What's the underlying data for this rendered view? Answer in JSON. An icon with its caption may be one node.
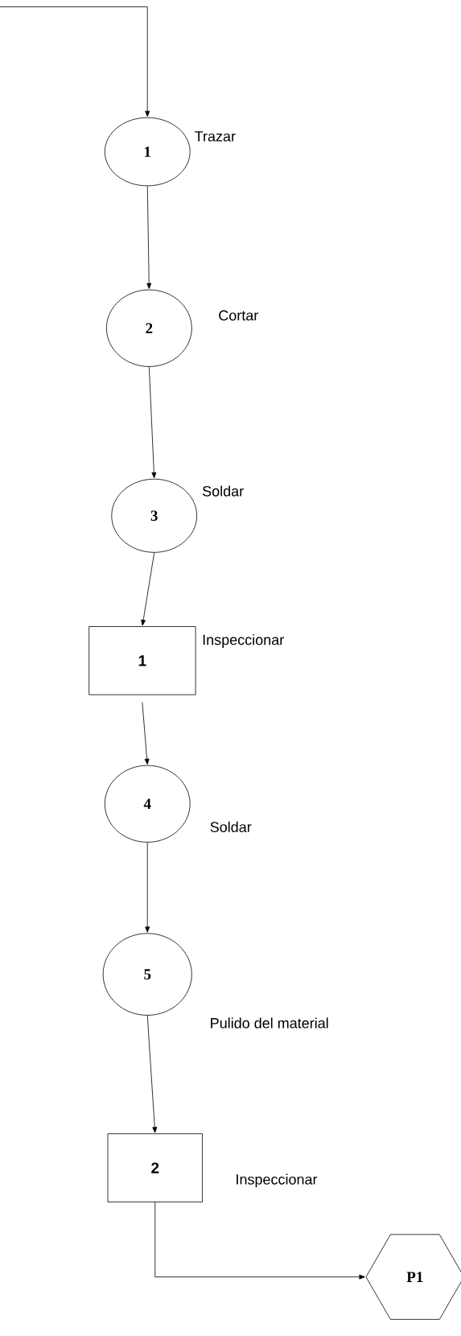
{
  "diagram": {
    "nodes": [
      {
        "text": [
          "1"
        ],
        "beside": [
          "Trazar"
        ]
      },
      {
        "text": [
          "2"
        ],
        "beside": [
          "Cortar"
        ]
      },
      {
        "text": [
          "3"
        ],
        "beside": [
          "Soldar"
        ]
      },
      {
        "text": [
          "1"
        ],
        "beside": [
          "Inspeccionar"
        ]
      },
      {
        "text": [
          "4"
        ],
        "beside": [
          "Soldar"
        ]
      },
      {
        "text": [
          "5"
        ],
        "beside": [
          "Pulido del material"
        ]
      },
      {
        "text": [
          "2"
        ],
        "beside": [
          "Inspeccionar"
        ]
      },
      {
        "text": [
          "P1"
        ]
      }
    ],
    "edges": [
      {
        "from": null,
        "to": 0,
        "arrow": "to"
      },
      {
        "from": 0,
        "to": 1,
        "arrow": "to"
      },
      {
        "from": 1,
        "to": 2,
        "arrow": "to"
      },
      {
        "from": 2,
        "to": 3,
        "arrow": "to"
      },
      {
        "from": 3,
        "to": 4,
        "arrow": "to"
      },
      {
        "from": 4,
        "to": 5,
        "arrow": "to"
      },
      {
        "from": 5,
        "to": 6,
        "arrow": "to"
      },
      {
        "from": 6,
        "to": 7,
        "arrow": "to"
      }
    ]
  }
}
